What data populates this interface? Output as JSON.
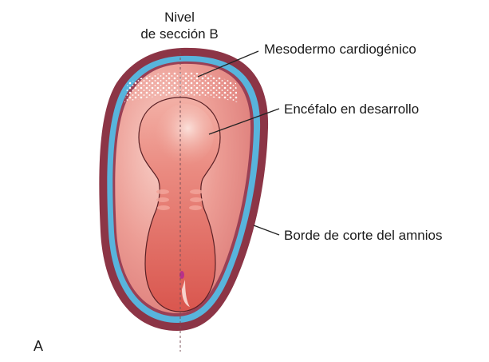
{
  "figure": {
    "panel_letter": "A",
    "section_level": {
      "line1": "Nivel",
      "line2": "de sección B"
    },
    "labels": {
      "cardiogenic_mesoderm": "Mesodermo cardiogénico",
      "developing_brain": "Encéfalo en desarrollo",
      "amnion_cut_edge": "Borde de corte del amnios"
    },
    "colors": {
      "outer_rim": "#8c3546",
      "amnion_band": "#58b4dc",
      "disc_fill": "#e98e87",
      "disc_highlight": "#f6c6bf",
      "embryo_fill": "#e0625a",
      "embryo_light": "#f4b0a6",
      "mesoderm_dots": "#ffffff"
    }
  }
}
